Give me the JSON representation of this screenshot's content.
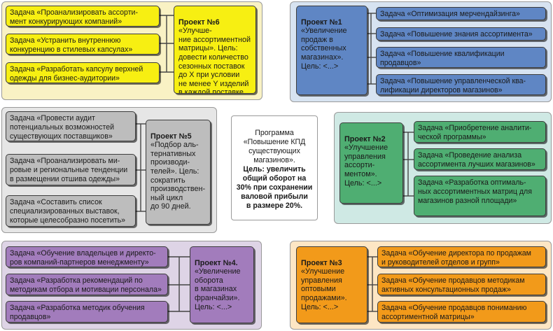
{
  "center": {
    "title": "Программа\n«Повышение КПД\nсуществующих\nмагазинов».",
    "goal": "Цель: увеличить\nобщий оборот на\n30% при сохранении\nваловой прибыли\nв размере 20%."
  },
  "colors": {
    "yellow_bg": "#f9f2c4",
    "yellow_box": "#f7ef12",
    "blue_bg": "#d7e3f1",
    "blue_box": "#5f86c4",
    "gray_bg": "#e6e6e6",
    "gray_box": "#bdbdbd",
    "teal_bg": "#cfe9e4",
    "teal_box": "#4fae72",
    "purple_bg": "#ded4e6",
    "purple_box": "#a27cbc",
    "orange_bg": "#fde6c4",
    "orange_box": "#f29a1a"
  },
  "p6": {
    "title": "Проект №6",
    "text": "«Улучше-\nние ассортиментной\nматрицы». Цель:\nдовести количество\nсезонных поставок\nдо X при условии\nне менее Y изделий\nв каждой поставке.",
    "tasks": [
      "Задача «Проанализировать ассорти-\nмент конкурирующих компаний»",
      "Задача «Устранить внутреннюю\nконкуренцию в стилевых капсулах»",
      "Задача «Разработать капсулу верхней\nодежды для бизнес-аудитории»"
    ]
  },
  "p1": {
    "title": "Проект №1",
    "text": "«Увеличение\nпродаж в\nсобственных\nмагазинах».\nЦель: <...>",
    "tasks": [
      "Задача «Оптимизация мерчендайзинга»",
      "Задача «Повышение знания ассортимента»",
      "Задача «Повышение квалификации\nпродавцов»",
      "Задача «Повышение управленческой ква-\nлификации директоров магазинов»"
    ]
  },
  "p5": {
    "title": "Проект №5",
    "text": "«Подбор аль-\nтернативных\nпроизводи-\nтелей». Цель:\nсократить\nпроизводствен-\nный цикл\nдо 90 дней.",
    "tasks": [
      "Задача «Провести аудит\nпотенциальных возможностей\nсуществующих поставщиков»",
      "Задача «Проанализировать ми-\nровые и региональные тенденции\nв размещении отшива одежды»",
      "Задача «Составить список\nспециализированных выставок,\nкоторые целесобразно посетить»"
    ]
  },
  "p2": {
    "title": "Проект №2",
    "text": "«Улучшение\nуправления\nассорти-\nментом».\nЦель: <...>",
    "tasks": [
      "Задача «Приобретение аналити-\nческой программы»",
      "Задача «Проведение анализа\nассортимента лучших магазинов»",
      "Задача «Разработка оптималь-\nных ассортиментных матриц для\nмагазинов разной площади»"
    ]
  },
  "p4": {
    "title": "Проект №4.",
    "text": "«Увеличение\nоборота\nв магазинах\nфранчайзи».\nЦель: <...>",
    "tasks": [
      "Задача «Обучение владельцев и директо-\nров компаний-партнеров менеджменту»",
      "Задача «Разработка рекомендаций по\nметодикам отбора и мотивации персонала»",
      "Задача «Разработка методик обучения\nпродавцов»"
    ]
  },
  "p3": {
    "title": "Проект №3",
    "text": "«Улучшение\nуправления\nоптовыми\nпродажами».\nЦель: <...>",
    "tasks": [
      "Задача «Обучение директора по продажам\nи руководителей отделов и групп»",
      "Задача «Обучение продавцов методикам\nактивных консультационных продаж»",
      "Задача «Обучение продавцов пониманию\nассортиментной матрицы»"
    ]
  }
}
